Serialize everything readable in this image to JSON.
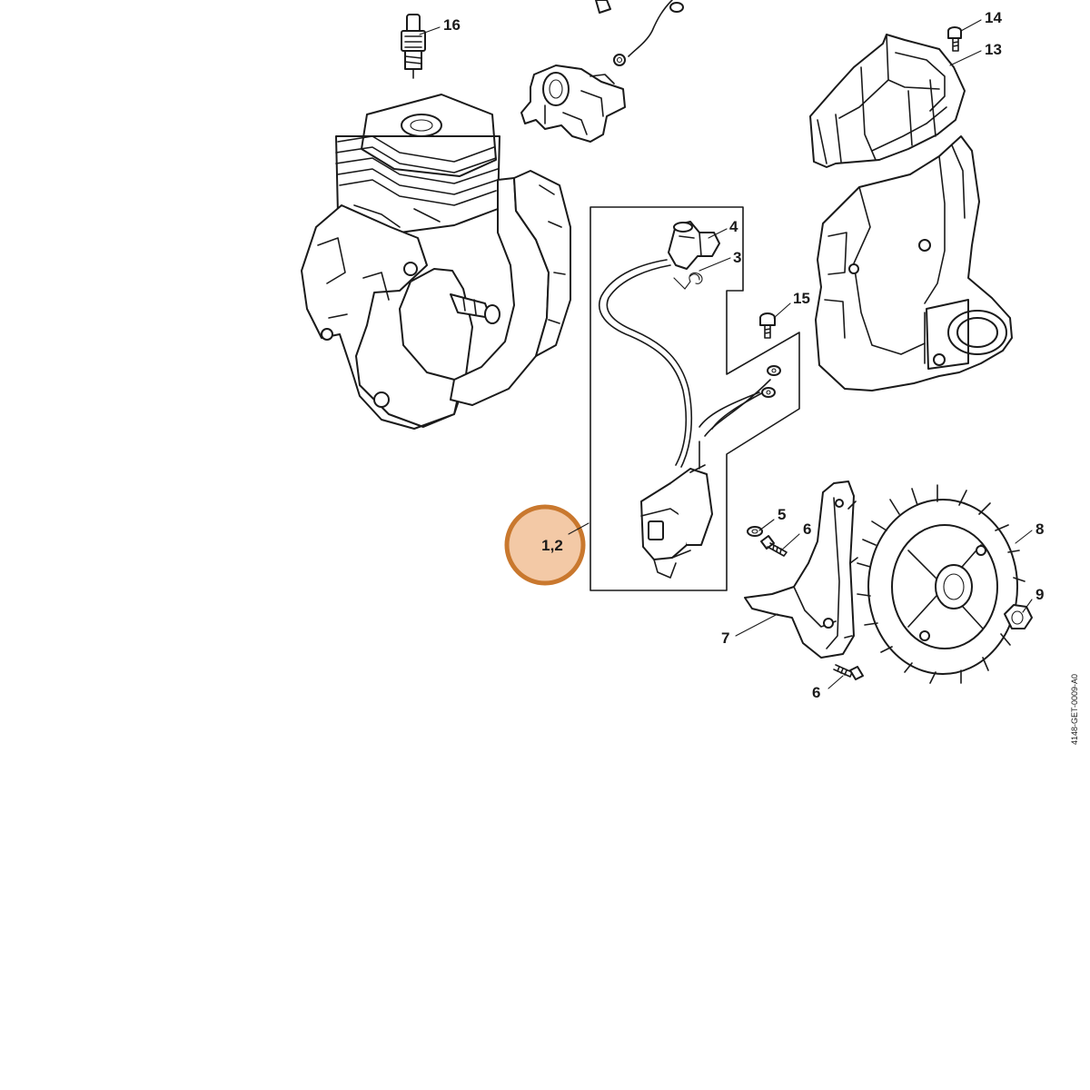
{
  "callouts": {
    "c16": "16",
    "c14": "14",
    "c13": "13",
    "c4": "4",
    "c3": "3",
    "c15": "15",
    "c12": "1,2",
    "c5": "5",
    "c6a": "6",
    "c8": "8",
    "c9": "9",
    "c7": "7",
    "c6b": "6"
  },
  "diagram_code": "4148-GET-0009-A0",
  "colors": {
    "highlight_fill": "#f3c9a6",
    "highlight_ring": "#c9782e",
    "ink": "#1a1a1a"
  }
}
